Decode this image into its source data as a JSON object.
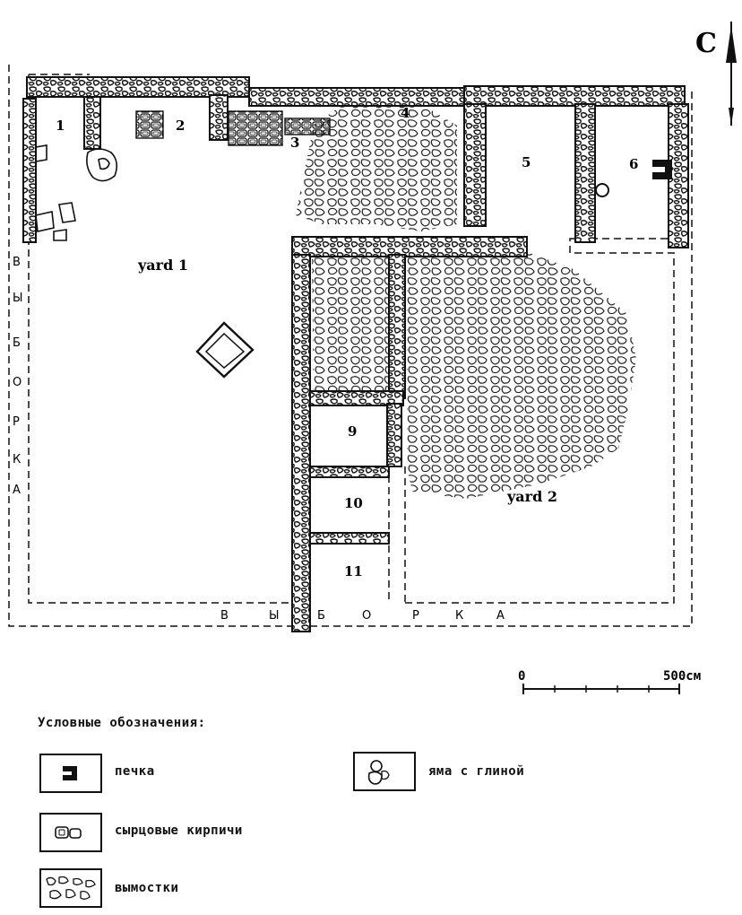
{
  "north_label": "C",
  "rooms": [
    "1",
    "2",
    "3",
    "4",
    "5",
    "6",
    "9",
    "10",
    "11"
  ],
  "yards": {
    "yard1": "yard 1",
    "yard2": "yard 2"
  },
  "vyborka_left": [
    "В",
    "Ы",
    "Б",
    "О",
    "Р",
    "К",
    "А"
  ],
  "vyborka_bottom": [
    "В",
    "Ы",
    "Б",
    "О",
    "Р",
    "К",
    "А"
  ],
  "scale": {
    "start": "0",
    "end": "500см"
  },
  "legend": {
    "title": "Условные обозначения:",
    "items": {
      "oven": "печка",
      "bricks": "сырцовые кирпичи",
      "paving": "вымостки",
      "pit": "яма с глиной"
    }
  }
}
